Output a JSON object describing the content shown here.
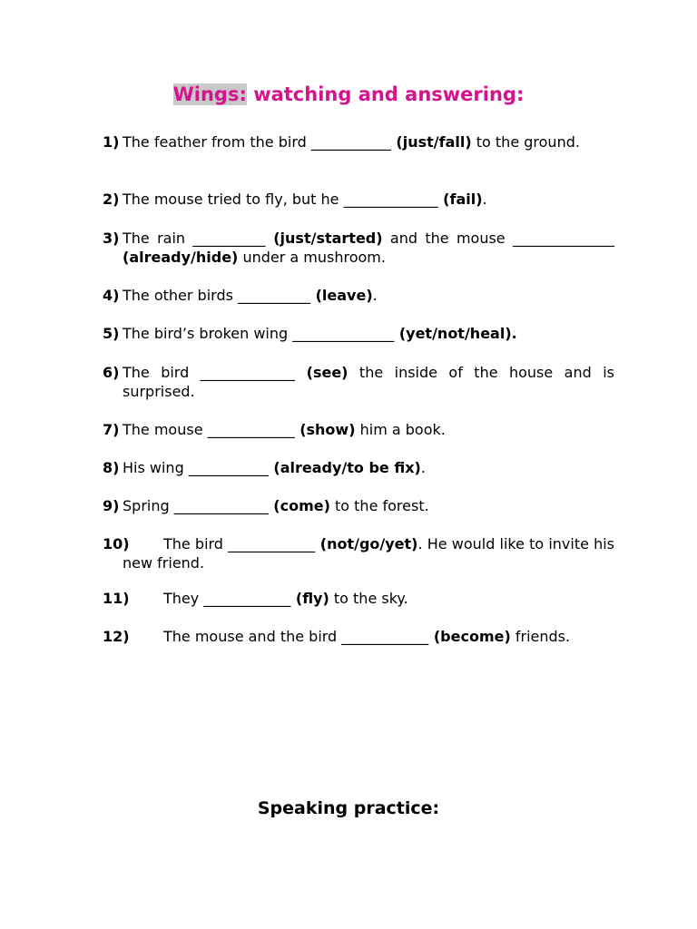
{
  "title": {
    "highlight": "Wings:",
    "rest": "watching and answering:"
  },
  "items": [
    {
      "num": "1)",
      "parts": [
        {
          "t": "The feather from the bird ",
          "b": false
        },
        {
          "t": "___________",
          "b": false
        },
        {
          "t": " (just/fall)",
          "b": true
        },
        {
          "t": " to the ground.",
          "b": false
        }
      ]
    },
    {
      "num": "2)",
      "parts": [
        {
          "t": "The mouse tried to fly, but he ",
          "b": false
        },
        {
          "t": "_____________",
          "b": false
        },
        {
          "t": " (fail)",
          "b": true
        },
        {
          "t": ".",
          "b": false
        }
      ]
    },
    {
      "num": "3)",
      "parts": [
        {
          "t": "The rain ",
          "b": false
        },
        {
          "t": "__________",
          "b": false
        },
        {
          "t": " (just/started)",
          "b": true
        },
        {
          "t": " and the mouse ",
          "b": false
        },
        {
          "t": "______________",
          "b": false
        },
        {
          "t": " (already/hide)",
          "b": true
        },
        {
          "t": " under a mushroom.",
          "b": false
        }
      ]
    },
    {
      "num": "4)",
      "parts": [
        {
          "t": "The other birds ",
          "b": false
        },
        {
          "t": "__________",
          "b": false
        },
        {
          "t": " (leave)",
          "b": true
        },
        {
          "t": ".",
          "b": false
        }
      ]
    },
    {
      "num": "5)",
      "parts": [
        {
          "t": "The bird’s broken wing ",
          "b": false
        },
        {
          "t": "______________",
          "b": false
        },
        {
          "t": " (yet/not/heal).",
          "b": true
        }
      ]
    },
    {
      "num": "6)",
      "parts": [
        {
          "t": "The bird ",
          "b": false
        },
        {
          "t": "_____________",
          "b": false
        },
        {
          "t": " (see)",
          "b": true
        },
        {
          "t": " the inside of the house and is surprised.",
          "b": false
        }
      ]
    },
    {
      "num": "7)",
      "parts": [
        {
          "t": "The mouse ",
          "b": false
        },
        {
          "t": "____________",
          "b": false
        },
        {
          "t": " (show)",
          "b": true
        },
        {
          "t": " him a book.",
          "b": false
        }
      ]
    },
    {
      "num": "8)",
      "parts": [
        {
          "t": "His wing ",
          "b": false
        },
        {
          "t": "___________",
          "b": false
        },
        {
          "t": " (already/to be fix)",
          "b": true
        },
        {
          "t": ".",
          "b": false
        }
      ]
    },
    {
      "num": "9)",
      "parts": [
        {
          "t": "Spring ",
          "b": false
        },
        {
          "t": "_____________",
          "b": false
        },
        {
          "t": " (come)",
          "b": true
        },
        {
          "t": " to the forest.",
          "b": false
        }
      ]
    },
    {
      "num": "10)",
      "parts": [
        {
          "t": "The bird ",
          "b": false
        },
        {
          "t": "____________",
          "b": false
        },
        {
          "t": " (not/go/yet)",
          "b": true
        },
        {
          "t": ". He would like to invite his new friend.",
          "b": false
        }
      ]
    },
    {
      "num": "11)",
      "parts": [
        {
          "t": "They ",
          "b": false
        },
        {
          "t": "____________",
          "b": false
        },
        {
          "t": " (fly)",
          "b": true
        },
        {
          "t": " to the sky.",
          "b": false
        }
      ]
    },
    {
      "num": "12)",
      "parts": [
        {
          "t": "The mouse and the bird ",
          "b": false
        },
        {
          "t": "____________",
          "b": false
        },
        {
          "t": " (become)",
          "b": true
        },
        {
          "t": " friends.",
          "b": false
        }
      ]
    }
  ],
  "speaking": "Speaking practice:"
}
